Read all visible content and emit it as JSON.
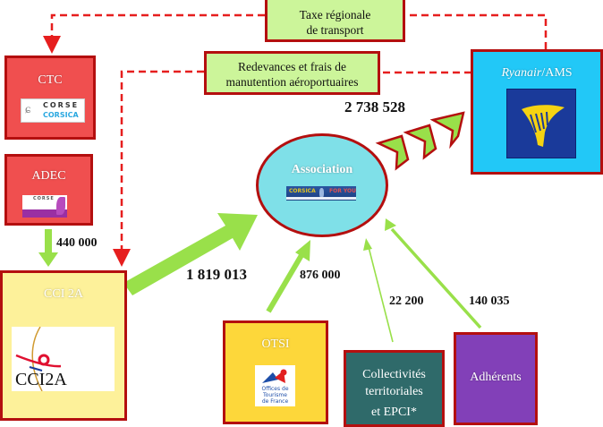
{
  "labels": {
    "tax": [
      "Taxe régionale",
      "de transport"
    ],
    "fees": [
      "Redevances et frais de",
      "manutention aéroportuaires"
    ]
  },
  "entities": {
    "ctc": {
      "title": "CTC",
      "logo": "corse-corsica-logo",
      "logo_text": [
        "CORSE",
        "CORSICA"
      ]
    },
    "adec": {
      "title": "ADEC",
      "logo": "adec-corse-logo",
      "logo_text": "CORSE"
    },
    "cci2a": {
      "title": "CCI 2A",
      "logo": "cci2a-logo",
      "logo_text": "CCI2A"
    },
    "association": {
      "title": "Association",
      "logo": "corsica-for-you-logo",
      "logo_text": [
        "CORSICA",
        "FOR YOU"
      ]
    },
    "ryanair": {
      "title_italic": "Ryanair",
      "title_rest": "/AMS",
      "logo": "ryanair-harp-logo"
    },
    "otsi": {
      "title": "OTSI",
      "logo": "offices-de-tourisme-logo",
      "logo_text": [
        "Offices de",
        "Tourisme",
        "de France"
      ]
    },
    "collectivites": {
      "lines": [
        "Collectivités",
        "territoriales",
        "et EPCI*"
      ]
    },
    "adherents": {
      "title": "Adhérents"
    }
  },
  "flows": {
    "adec_to_cci2a": "440 000",
    "cci2a_to_association": "1 819 013",
    "association_to_ryanair": "2 738 528",
    "otsi_to_association": "876 000",
    "collectivites_to_association": "22 200",
    "adherents_to_association": "140 035"
  },
  "colors": {
    "border_red": "#b40f0f",
    "dashed_red": "#e61e1e",
    "flow_green": "#99e04a",
    "label_green": "#ccf59a",
    "ctc_red": "#f04f4f",
    "cci2a_yellow": "#fdf19a",
    "association_cyan": "#7fe0e8",
    "ryanair_blue": "#22c8f7",
    "otsi_yellow": "#fdd73a",
    "collectivites_teal": "#2f6a6a",
    "adherents_purple": "#8240b8"
  }
}
